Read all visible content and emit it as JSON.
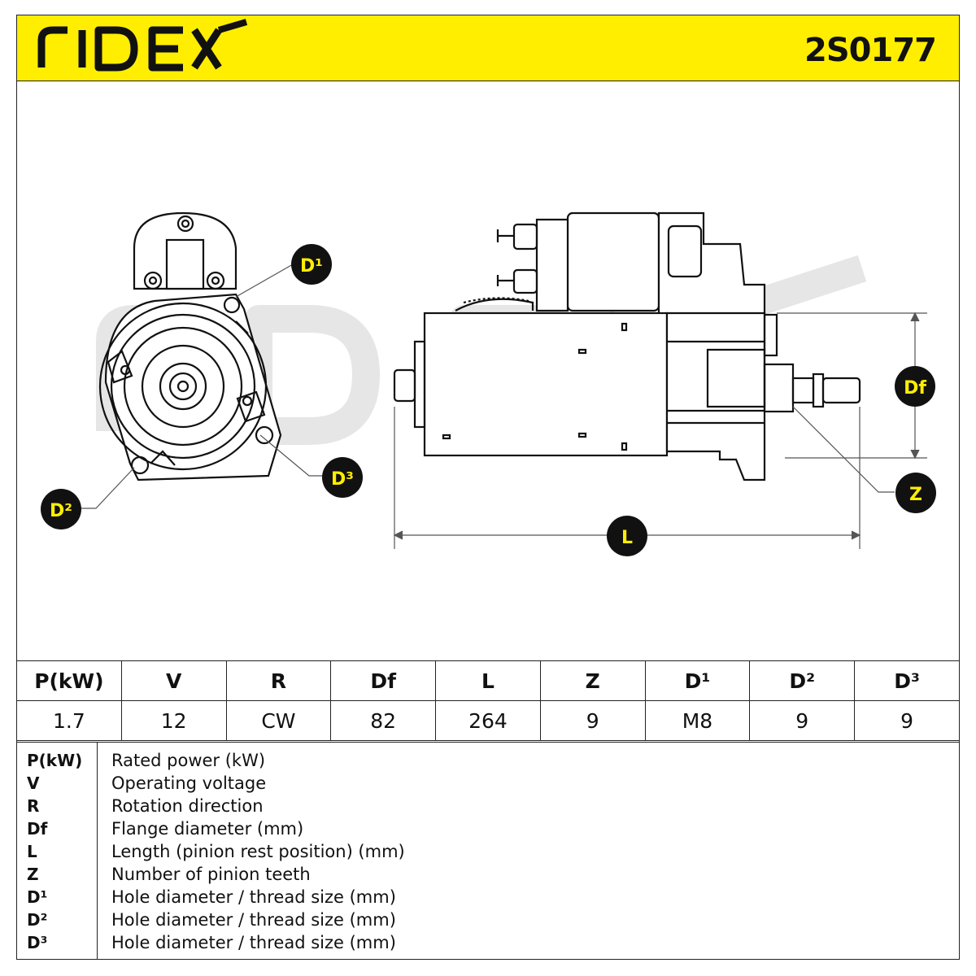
{
  "header": {
    "brand": "RIDEX",
    "part_number": "2S0177",
    "background_color": "#ffee00"
  },
  "drawing": {
    "watermark": "RIDEX",
    "callouts": {
      "d1": "D¹",
      "d2": "D²",
      "d3": "D³",
      "df": "Df",
      "z": "Z",
      "l": "L"
    }
  },
  "spec_table": {
    "headers": [
      "P(kW)",
      "V",
      "R",
      "Df",
      "L",
      "Z",
      "D¹",
      "D²",
      "D³"
    ],
    "values": [
      "1.7",
      "12",
      "CW",
      "82",
      "264",
      "9",
      "M8",
      "9",
      "9"
    ]
  },
  "legend": [
    {
      "code": "P(kW)",
      "desc": "Rated power (kW)"
    },
    {
      "code": "V",
      "desc": "Operating voltage"
    },
    {
      "code": "R",
      "desc": "Rotation direction"
    },
    {
      "code": "Df",
      "desc": "Flange diameter (mm)"
    },
    {
      "code": "L",
      "desc": "Length (pinion rest position) (mm)"
    },
    {
      "code": "Z",
      "desc": "Number of pinion teeth"
    },
    {
      "code": "D¹",
      "desc": "Hole diameter / thread size (mm)"
    },
    {
      "code": "D²",
      "desc": "Hole diameter / thread size (mm)"
    },
    {
      "code": "D³",
      "desc": "Hole diameter / thread size (mm)"
    }
  ]
}
